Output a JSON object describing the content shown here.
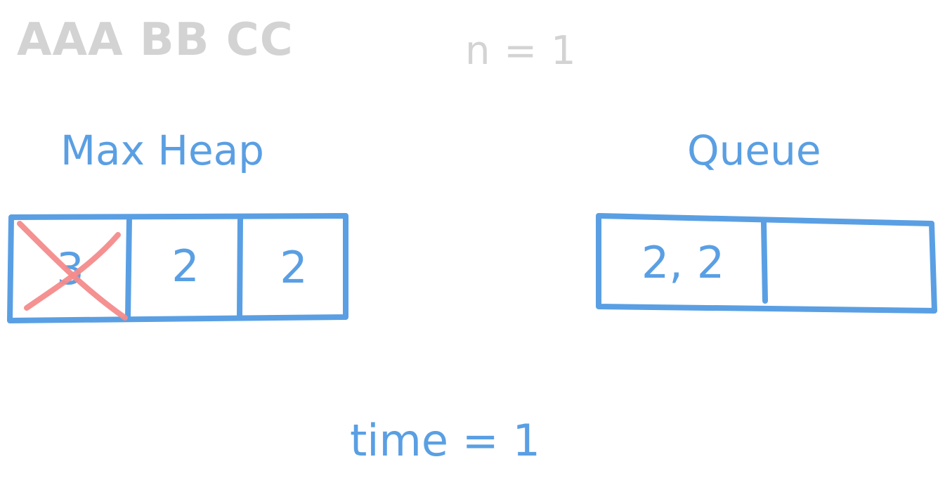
{
  "top": {
    "sequence": "AAA BB CC",
    "n_label": "n = 1"
  },
  "heap": {
    "title": "Max Heap",
    "cells": [
      "3",
      "2",
      "2"
    ],
    "crossed_index": 0
  },
  "queue": {
    "title": "Queue",
    "cells": [
      "2, 2",
      ""
    ]
  },
  "footer": {
    "time_label": "time = 1"
  },
  "colors": {
    "muted": "#d3d3d3",
    "primary_blue": "#5a9fe3",
    "cross_red": "#f48b8b",
    "background": "#ffffff"
  }
}
